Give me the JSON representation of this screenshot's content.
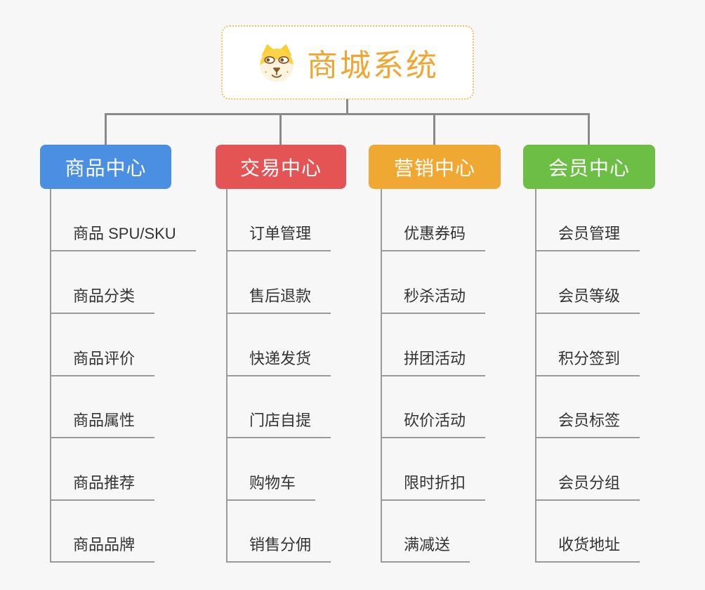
{
  "page": {
    "background": "#f7f7f7"
  },
  "root": {
    "title": "商城系统",
    "icon": "doge-icon",
    "title_color": "#f0a632",
    "border_color": "#f3bf66"
  },
  "branches": [
    {
      "label": "商品中心",
      "color": "#4a8fe2",
      "items": [
        "商品 SPU/SKU",
        "商品分类",
        "商品评价",
        "商品属性",
        "商品推荐",
        "商品品牌"
      ]
    },
    {
      "label": "交易中心",
      "color": "#e55454",
      "items": [
        "订单管理",
        "售后退款",
        "快递发货",
        "门店自提",
        "购物车",
        "销售分佣"
      ]
    },
    {
      "label": "营销中心",
      "color": "#efa832",
      "items": [
        "优惠券码",
        "秒杀活动",
        "拼团活动",
        "砍价活动",
        "限时折扣",
        "满减送"
      ]
    },
    {
      "label": "会员中心",
      "color": "#6dbe45",
      "items": [
        "会员管理",
        "会员等级",
        "积分签到",
        "会员标签",
        "会员分组",
        "收货地址"
      ]
    }
  ],
  "connector_color": "#8a8a8a",
  "leaf_line_color": "#9b9b9b",
  "leaf_text_color": "#333333"
}
